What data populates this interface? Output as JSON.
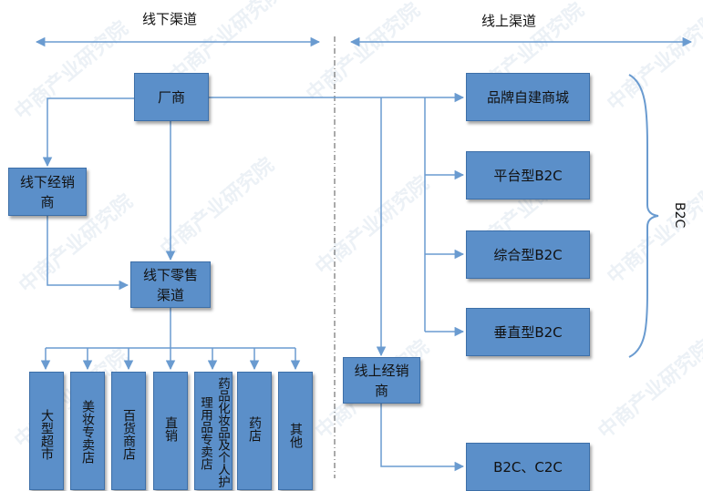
{
  "header": {
    "offline_title": "线下渠道",
    "online_title": "线上渠道"
  },
  "nodes": {
    "manufacturer": "厂商",
    "offline_distributor": "线下经销\n商",
    "offline_retail": "线下零售\n渠道",
    "brand_mall": "品牌自建商城",
    "platform_b2c": "平台型B2C",
    "comprehensive_b2c": "综合型B2C",
    "vertical_b2c": "垂直型B2C",
    "online_distributor": "线上经销\n商",
    "b2c_c2c": "B2C、C2C"
  },
  "group_label": "B2C",
  "retail_channels": [
    "大型超市",
    "美妆专卖店",
    "百货商店",
    "直销",
    "药品化妆品及个人护理用品专卖店",
    "药店",
    "其他"
  ],
  "watermark": "中商产业研究院",
  "colors": {
    "box_fill": "#5b8fc9",
    "line": "#6a9bd0"
  }
}
